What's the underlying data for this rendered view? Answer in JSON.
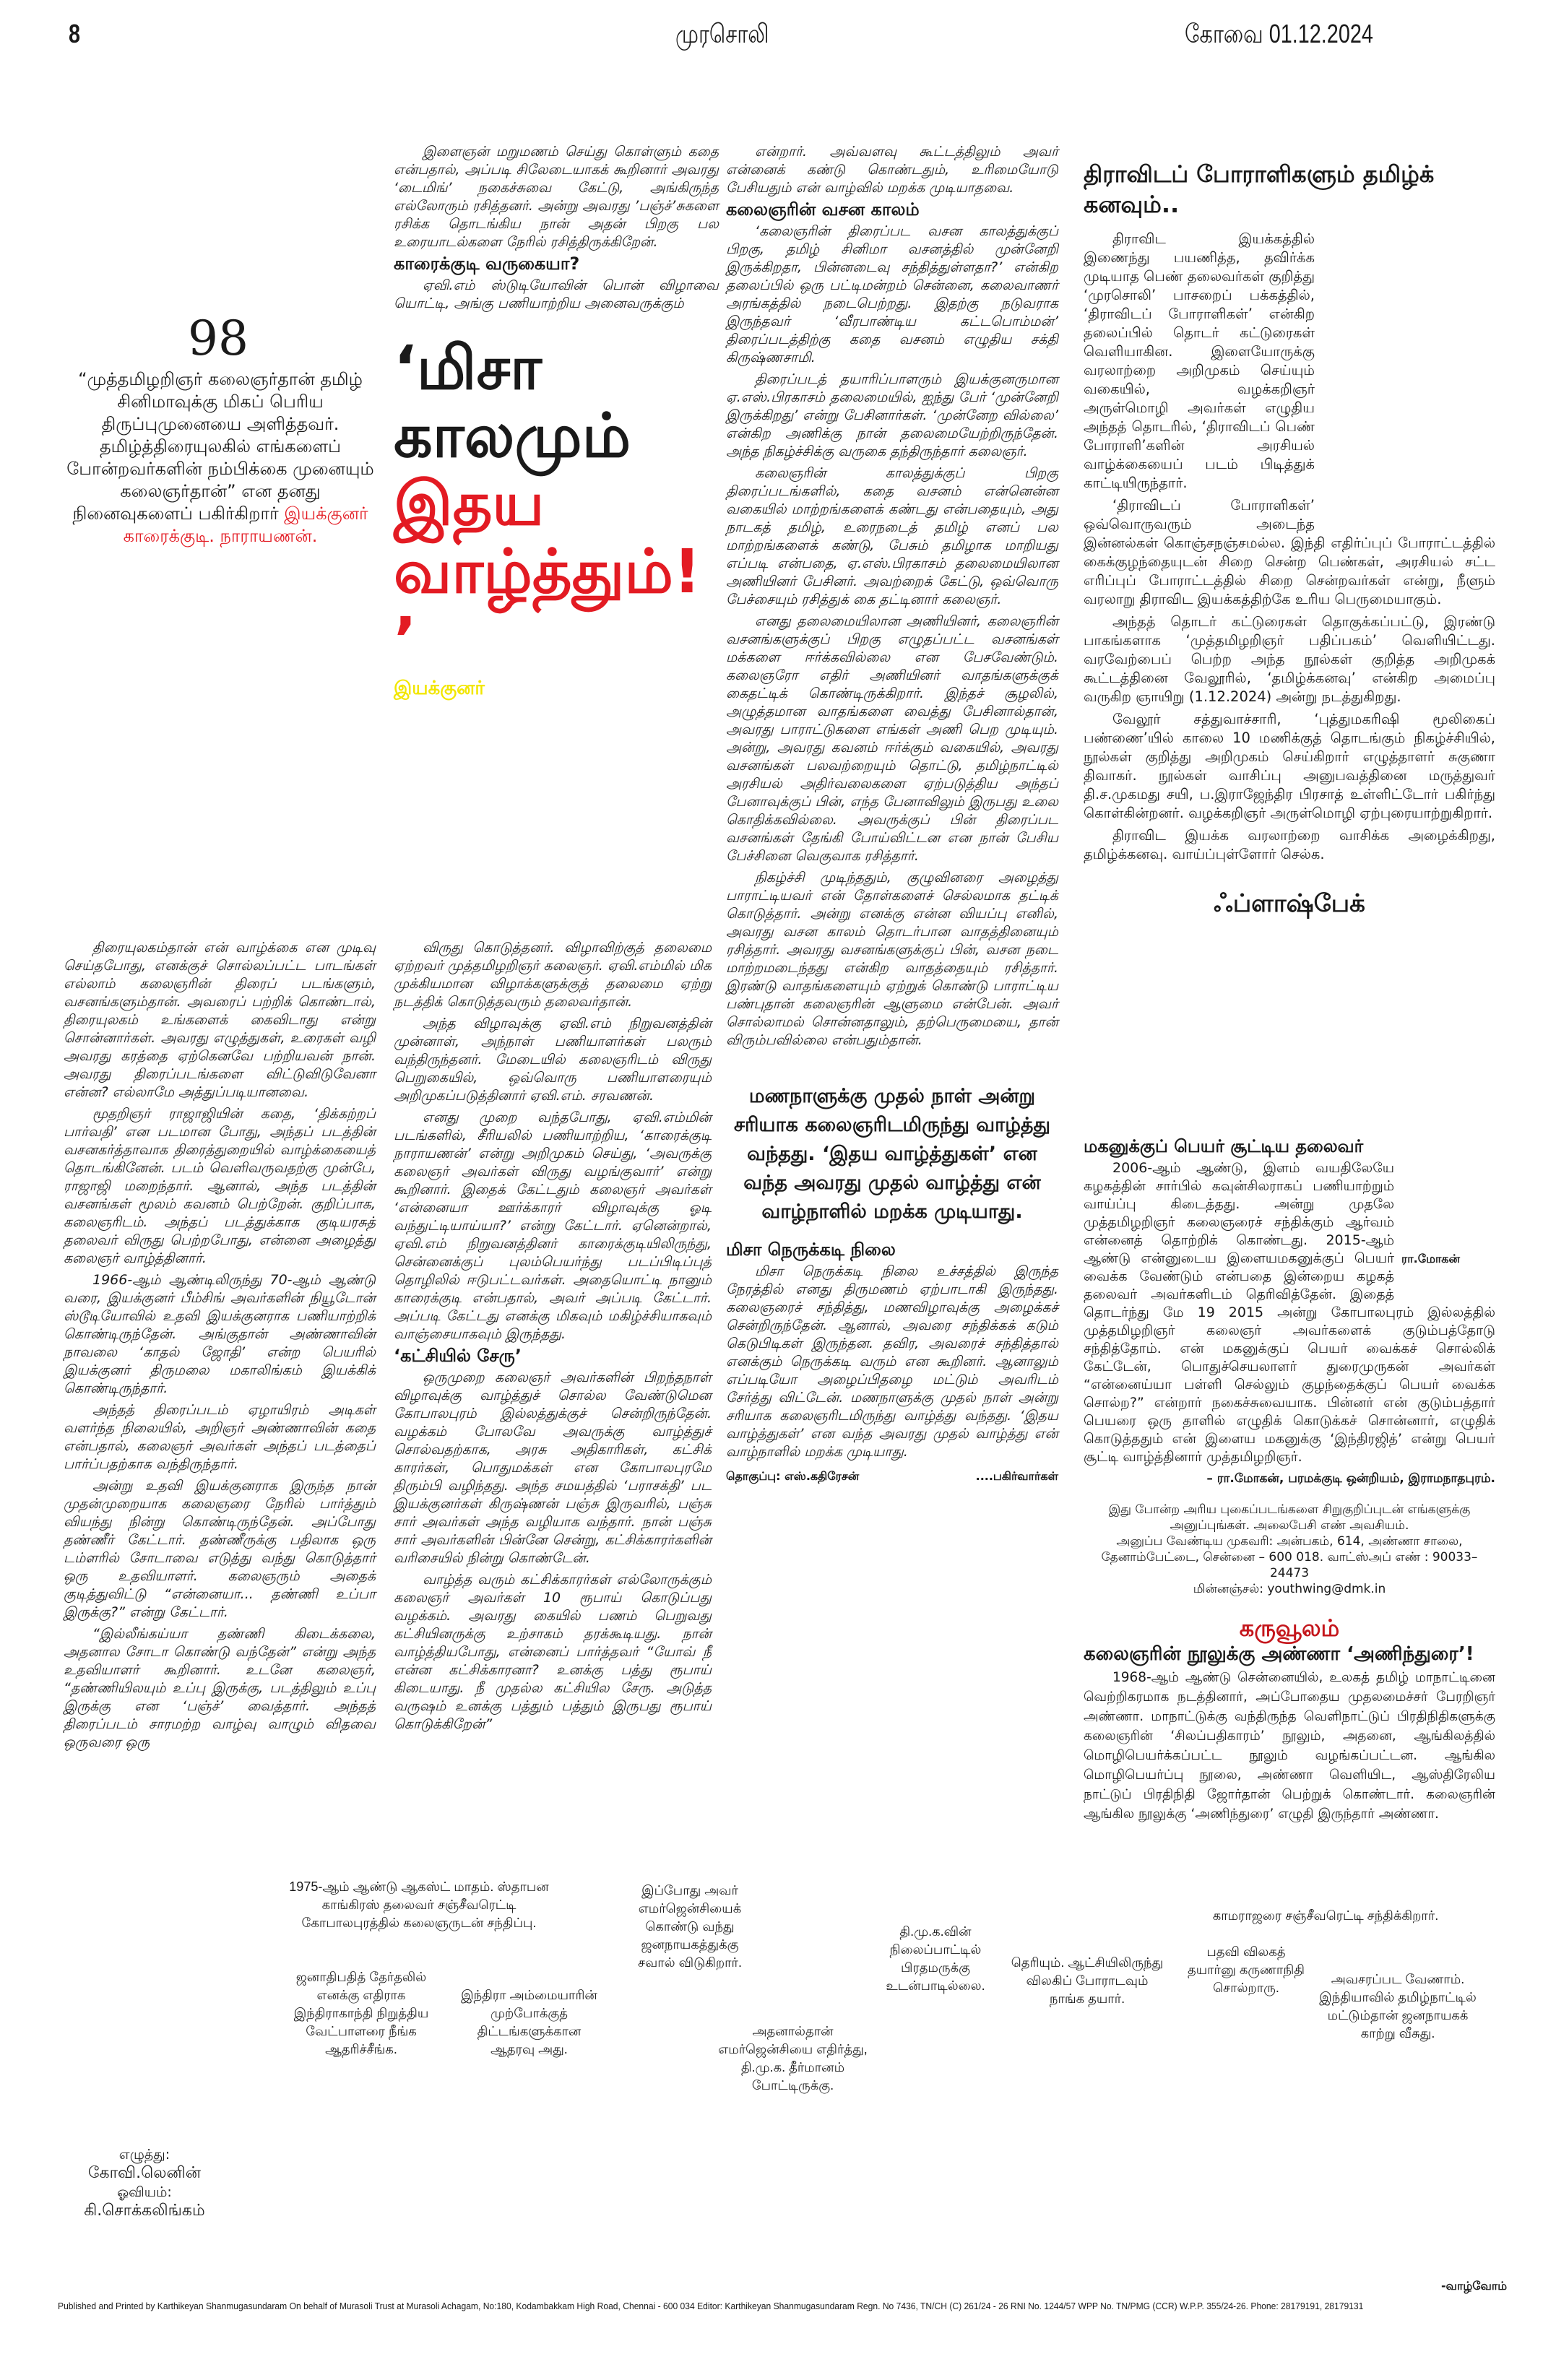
{
  "header": {
    "page_number": "8",
    "paper_name": "முரசொலி",
    "edition_date": "கோவை 01.12.2024"
  },
  "intro": {
    "count": "98",
    "quote": "“முத்தமிழறிஞர் கலைஞர்தான் தமிழ் சினிமாவுக்கு மிகப் பெரிய திருப்புமுனையை அளித்தவர். தமிழ்த்திரையுலகில் எங்களைப் போன்றவர்களின் நம்பிக்கை முனையும் கலைஞர்தான்” என தனது நினைவுகளைப் பகிர்கிறார்",
    "quote_author": "இயக்குனர் காரைக்குடி. நாராயணன்."
  },
  "headline": {
    "line1": "‘மிசா காலமும்",
    "line2": "இதய வாழ்த்தும்!’",
    "byline": "இயக்குனர்"
  },
  "article": {
    "col2_top": [
      "இளைஞன் மறுமணம் செய்து கொள்ளும் கதை என்பதால், அப்படி சிலேடையாகக் கூறினார் அவரது ‘டைமிங்’ நகைச்சுவை கேட்டு, அங்கிருந்த எல்லோரும் ரசித்தனர். அன்று அவரது ’பஞ்ச்’சுகளை ரசிக்க தொடங்கிய நான் அதன் பிறகு பல உரையாடல்களை நேரில் ரசித்திருக்கிறேன்."
    ],
    "sub_karaikudi": "காரைக்குடி வருகையா?",
    "col2_top2": [
      "ஏவி.எம் ஸ்டுடியோவின் பொன் விழாவை யொட்டி, அங்கு பணியாற்றிய அனைவருக்கும்"
    ],
    "col3_top": [
      "என்றார். அவ்வளவு கூட்டத்திலும் அவர் என்னைக் கண்டு கொண்டதும், உரிமையோடு பேசியதும் என் வாழ்வில் மறக்க முடியாதவை."
    ],
    "sub_vasanam": "கலைஞரின் வசன காலம்",
    "col3_body": [
      "‘கலைஞரின் திரைப்பட வசன காலத்துக்குப் பிறகு, தமிழ் சினிமா வசனத்தில் முன்னேறி இருக்கிறதா, பின்னடைவு சந்தித்துள்ளதா?’ என்கிற தலைப்பில் ஒரு பட்டிமன்றம் சென்னை, கலைவாணர் அரங்கத்தில் நடைபெற்றது. இதற்கு நடுவராக இருந்தவர் ‘வீரபாண்டிய கட்டபொம்மன்’ திரைப்படத்திற்கு கதை வசனம் எழுதிய சக்தி கிருஷ்ணசாமி.",
      "திரைப்படத் தயாரிப்பாளரும் இயக்குனருமான ஏ.எஸ்.பிரகாசம் தலைமையில், ஐந்து பேர் ‘முன்னேறி இருக்கிறது’ என்று பேசினார்கள். ‘முன்னேற வில்லை’ என்கிற அணிக்கு நான் தலைமையேற்றிருந்தேன். அந்த நிகழ்ச்சிக்கு வருகை தந்திருந்தார் கலைஞர்.",
      "கலைஞரின் காலத்துக்குப் பிறகு திரைப்படங்களில், கதை வசனம் என்னென்ன வகையில் மாற்றங்களைக் கண்டது என்பதையும், அது நாடகத் தமிழ், உரைநடைத் தமிழ் எனப் பல மாற்றங்களைக் கண்டு, பேசும் தமிழாக மாறியது எப்படி என்பதை, ஏ.எஸ்.பிரகாசம் தலைமையிலான அணியினர் பேசினர். அவற்றைக் கேட்டு, ஒவ்வொரு பேச்சையும் ரசித்துக் கை தட்டினார் கலைஞர்.",
      "எனது தலைமையிலான அணியினர், கலைஞரின் வசனங்களுக்குப் பிறகு எழுதப்பட்ட வசனங்கள் மக்களை ஈர்க்கவில்லை என பேசவேண்டும். கலைஞரோ எதிர் அணியினர் வாதங்களுக்குக் கைதட்டிக் கொண்டிருக்கிறார். இந்தச் சூழலில், அழுத்தமான வாதங்களை வைத்து பேசினால்தான், அவரது பாராட்டுகளை எங்கள் அணி பெற முடியும். அன்று, அவரது கவனம் ஈர்க்கும் வகையில், அவரது வசனங்கள் பலவற்றையும் தொட்டு, தமிழ்நாட்டில் அரசியல் அதிர்வலைகளை ஏற்படுத்திய அந்தப் பேனாவுக்குப் பின், எந்த பேனாவிலும் இருபது உலை கொதிக்கவில்லை. அவருக்குப் பின் திரைப்பட வசனங்கள் தேங்கி போய்விட்டன என நான் பேசிய பேச்சினை வெகுவாக ரசித்தார்.",
      "நிகழ்ச்சி முடிந்ததும், குழுவினரை அழைத்து பாராட்டியவர் என் தோள்களைச் செல்லமாக தட்டிக் கொடுத்தார். அன்று எனக்கு என்ன வியப்பு எனில், அவரது வசன காலம் தொடர்பான வாதத்தினையும் ரசித்தார். அவரது வசனங்களுக்குப் பின், வசன நடை மாற்றமடைந்தது என்கிற வாதத்தையும் ரசித்தார். இரண்டு வாதங்களையும் ஏற்றுக் கொண்டு பாராட்டிய பண்புதான் கலைஞரின் ஆளுமை என்பேன். அவர் சொல்லாமல் சொன்னதாலும், தற்பெருமையை, தான் விரும்பவில்லை என்பதும்தான்."
    ],
    "callout": "மணநாளுக்கு முதல் நாள் அன்று சரியாக கலைஞரிடமிருந்து வாழ்த்து வந்தது. ‘இதய வாழ்த்துகள்’ என வந்த அவரது முதல் வாழ்த்து என் வாழ்நாளில் மறக்க முடியாது.",
    "sub_misa": "மிசா நெருக்கடி நிலை",
    "misa_body": [
      "மிசா நெருக்கடி நிலை உச்சத்தில் இருந்த நேரத்தில் எனது திருமணம் ஏற்பாடாகி இருந்தது. கலைஞரைச் சந்தித்து, மணவிழாவுக்கு அழைக்கச் சென்றிருந்தேன். ஆனால், அவரை சந்திக்கக் கடும் கெடுபிடிகள் இருந்தன. தவிர, அவரைச் சந்தித்தால் எனக்கும் நெருக்கடி வரும் என கூறினர். ஆனாலும் எப்படியோ அழைப்பிதழை மட்டும் அவரிடம் சேர்த்து விட்டேன். மணநாளுக்கு முதல் நாள் அன்று சரியாக கலைஞரிடமிருந்து வாழ்த்து வந்தது. ‘இதய வாழ்த்துகள்’ என வந்த அவரது முதல் வாழ்த்து என் வாழ்நாளில் மறக்க முடியாது."
    ],
    "compiled_by": "தொகுப்பு: எஸ்.கதிரேசன்",
    "continued": "....பகிர்வார்கள்",
    "col1_body": [
      "திரையுலகம்தான் என் வாழ்க்கை என முடிவு செய்தபோது, எனக்குச் சொல்லப்பட்ட பாடங்கள் எல்லாம் கலைஞரின் திரைப் படங்களும், வசனங்களும்தான். அவரைப் பற்றிக் கொண்டால், திரையுலகம் உங்களைக் கைவிடாது என்று சொன்னார்கள். அவரது எழுத்துகள், உரைகள் வழி அவரது கரத்தை ஏற்கெனவே பற்றியவன் நான். அவரது திரைப்படங்களை விட்டுவிடுவேனா என்ன? எல்லாமே அத்துப்படியானவை.",
      "மூதறிஞர் ராஜாஜியின் கதை, ‘திக்கற்றப் பார்வதி’ என படமான போது, அந்தப் படத்தின் வசனகர்த்தாவாக திரைத்துறையில் வாழ்க்கையைத் தொடங்கினேன். படம் வெளிவருவதற்கு முன்பே, ராஜாஜி மறைந்தார். ஆனால், அந்த படத்தின் வசனங்கள் மூலம் கவனம் பெற்றேன். குறிப்பாக, கலைஞரிடம். அந்தப் படத்துக்காக குடியரசுத் தலைவர் விருது பெற்றபோது, என்னை அழைத்து கலைஞர் வாழ்த்தினார்.",
      "1966-ஆம் ஆண்டிலிருந்து 70-ஆம் ஆண்டு வரை, இயக்குனர் பீம்சிங் அவர்களின் நியூடோன் ஸ்டூடியோவில் உதவி இயக்குனராக பணியாற்றிக் கொண்டிருந்தேன். அங்குதான் அண்ணாவின் நாவலை ‘காதல் ஜோதி’ என்ற பெயரில் இயக்குனர் திருமலை மகாலிங்கம் இயக்கிக் கொண்டிருந்தார்.",
      "அந்தத் திரைப்படம் ஏழாயிரம் அடிகள் வளர்ந்த நிலையில், அறிஞர் அண்ணாவின் கதை என்பதால், கலைஞர் அவர்கள் அந்தப் படத்தைப் பார்ப்பதற்காக வந்திருந்தார்.",
      "அன்று உதவி இயக்குனராக இருந்த நான் முதன்முறையாக கலைஞரை நேரில் பார்த்தும் வியந்து நின்று கொண்டிருந்தேன். அப்போது தண்ணீர் கேட்டார். தண்ணீருக்கு பதிலாக ஒரு டம்ளரில் சோடாவை எடுத்து வந்து கொடுத்தார் ஒரு உதவியாளர். கலைஞரும் அதைக் குடித்துவிட்டு “என்னையா... தண்ணி உப்பா இருக்கு?” என்று கேட்டார்.",
      "“இல்லீங்கய்யா தண்ணி கிடைக்கலை, அதனால சோடா கொண்டு வந்தேன்” என்று அந்த உதவியாளர் கூறினார். உடனே கலைஞர், “தண்ணியிலயும் உப்பு இருக்கு, படத்திலும் உப்பு இருக்கு என ‘பஞ்ச்’ வைத்தார். அந்தத் திரைப்படம் சாரமற்ற வாழ்வு வாழும் விதவை ஒருவரை ஒரு"
    ],
    "col2_body": [
      "விருது கொடுத்தனர். விழாவிற்குத் தலைமை ஏற்றவர் முத்தமிழறிஞர் கலைஞர். ஏவி.எம்மில் மிக முக்கியமான விழாக்களுக்குத் தலைமை ஏற்று நடத்திக் கொடுத்தவரும் தலைவர்தான்.",
      "அந்த விழாவுக்கு ஏவி.எம் நிறுவனத்தின் முன்னாள், அந்நாள் பணியாளர்கள் பலரும் வந்திருந்தனர். மேடையில் கலைஞரிடம் விருது பெறுகையில், ஒவ்வொரு பணியாளரையும் அறிமுகப்படுத்தினார் ஏவி.எம். சரவணன்.",
      "எனது முறை வந்தபோது, ஏவி.எம்மின் படங்களில், சீரியலில் பணியாற்றிய, ‘காரைக்குடி நாராயணன்’ என்று அறிமுகம் செய்து, ‘அவருக்கு கலைஞர் அவர்கள் விருது வழங்குவார்’ என்று கூறினார். இதைக் கேட்டதும் கலைஞர் அவர்கள் ‘என்னையா ஊர்க்காரர் விழாவுக்கு ஓடி வந்துட்டியாய்யா?’ என்று கேட்டார். ஏனென்றால், ஏவி.எம் நிறுவனத்தினர் காரைக்குடியிலிருந்து, சென்னைக்குப் புலம்பெயர்ந்து படப்பிடிப்புத் தொழிலில் ஈடுபட்டவர்கள். அதையொட்டி நானும் காரைக்குடி என்பதால், அவர் அப்படி கேட்டார். அப்படி கேட்டது எனக்கு மிகவும் மகிழ்ச்சியாகவும் வாஞ்சையாகவும் இருந்தது."
    ],
    "sub_katchi": "‘கட்சியில் சேரு’",
    "col2_body2": [
      "ஒருமுறை கலைஞர் அவர்களின் பிறந்தநாள் விழாவுக்கு வாழ்த்துச் சொல்ல வேண்டுமென கோபாலபுரம் இல்லத்துக்குச் சென்றிருந்தேன். வழக்கம் போலவே அவருக்கு வாழ்த்துச் சொல்வதற்காக, அரசு அதிகாரிகள், கட்சிக் காரர்கள், பொதுமக்கள் என கோபாலபுரமே திரும்பி வழிந்தது. அந்த சமயத்தில் ‘பராசக்தி’ பட இயக்குனர்கள் கிருஷ்ணன் பஞ்சு இருவரில், பஞ்சு சார் அவர்கள் அந்த வழியாக வந்தார். நான் பஞ்சு சார் அவர்களின் பின்னே சென்று, கட்சிக்காரர்களின் வரிசையில் நின்று கொண்டேன்.",
      "வாழ்த்த வரும் கட்சிக்காரர்கள் எல்லோருக்கும் கலைஞர் அவர்கள் 10 ரூபாய் கொடுப்பது வழக்கம். அவரது கையில் பணம் பெறுவது கட்சியினருக்கு உற்சாகம் தரக்கூடியது. நான் வாழ்த்தியபோது, என்னைப் பார்த்தவர் “யோவ் நீ என்ன கட்சிக்காரனா? உனக்கு பத்து ரூபாய் கிடையாது. நீ முதல்ல கட்சியில சேரு. அடுத்த வருஷம் உனக்கு பத்தும் பத்தும் இருபது ரூபாய் கொடுக்கிறேன்”"
    ]
  },
  "right": {
    "title": "திராவிடப் போராளிகளும் தமிழ்க் கனவும்..",
    "paras_narrow": [
      "திராவிட இயக்கத்தில் இணைந்து பயணித்த, தவிர்க்க முடியாத பெண் தலைவர்கள் குறித்து ‘முரசொலி’ பாசறைப் பக்கத்தில், ‘திராவிடப் போராளிகள்’ என்கிற தலைப்பில் தொடர் கட்டுரைகள் வெளியாகின. இளையோருக்கு வரலாற்றை அறிமுகம் செய்யும் வகையில், வழக்கறிஞர் அருள்மொழி அவர்கள் எழுதிய அந்தத் தொடரில், ‘திராவிடப் பெண் போராளி’களின் அரசியல் வாழ்க்கையைப் படம் பிடித்துக் காட்டியிருந்தார்."
    ],
    "paras": [
      "‘திராவிடப் போராளிகள்’ ஒவ்வொருவரும் அடைந்த இன்னல்கள் கொஞ்சநஞ்சமல்ல. இந்தி எதிர்ப்புப் போராட்டத்தில் கைக்குழந்தையுடன் சிறை சென்ற பெண்கள், அரசியல் சட்ட எரிப்புப் போராட்டத்தில் சிறை சென்றவர்கள் என்று, நீளும் வரலாறு திராவிட இயக்கத்திற்கே உரிய பெருமையாகும்.",
      "அந்தத் தொடர் கட்டுரைகள் தொகுக்கப்பட்டு, இரண்டு பாகங்களாக ‘முத்தமிழறிஞர் பதிப்பகம்’ வெளியிட்டது. வரவேற்பைப் பெற்ற அந்த நூல்கள் குறித்த அறிமுகக் கூட்டத்தினை வேலூரில், ‘தமிழ்க்கனவு’ என்கிற அமைப்பு வருகிற ஞாயிறு (1.12.2024) அன்று நடத்துகிறது.",
      "வேலூர் சத்துவாச்சாரி, ‘புத்துமகரிஷி மூலிகைப் பண்ணை’யில் காலை 10 மணிக்குத் தொடங்கும் நிகழ்ச்சியில், நூல்கள் குறித்து அறிமுகம் செய்கிறார் எழுத்தாளர் சுகுணா திவாகர். நூல்கள் வாசிப்பு அனுபவத்தினை மருத்துவர் தி.ச.முகமது சயி, ப.இராஜேந்திர பிரசாத் உள்ளிட்டோர் பகிர்ந்து கொள்கின்றனர். வழக்கறிஞர் அருள்மொழி ஏற்புரையாற்றுகிறார்.",
      "திராவிட இயக்க வரலாற்றை வாசிக்க அழைக்கிறது, தமிழ்க்கனவு. வாய்ப்புள்ளோர் செல்க."
    ],
    "flashback": "ஃப்ளாஷ்பேக்",
    "flash_title": "மகனுக்குப் பெயர் சூட்டிய தலைவர்",
    "flash_narrow": "2006-ஆம் ஆண்டு, இளம் வயதிலேயே கழகத்தின் சார்பில் கவுன்சிலராகப் பணியாற்றும் வாய்ப்பு கிடைத்தது. அன்று முதலே முத்தமிழறிஞர் கலைஞரைச் சந்திக்கும் ஆர்வம் என்னைத் தொற்றிக் கொண்டது. 2015-ஆம் ஆண்டு என்னுடைய இளையமகனுக்குப் பெயர் வைக்க வேண்டும் என்பதை இன்றைய கழகத் தலைவர் அவர்களிடம் தெரிவித்தேன். இதைத் தொடர்ந்து மே 19 2015 அன்று கோபாலபுரம் இல்லத்தில் முத்தமிழறிஞர் கலைஞர் அவர்களைக் குடும்பத்தோடு சந்தித்தோம். என் மகனுக்குப் பெயர் வைக்கச் சொல்லிக் கேட்டேன், பொதுச்செயலாளர் துரைமுருகன் அவர்கள் “என்னைய்யா பள்ளி செல்லும் குழந்தைக்குப் பெயர் வைக்க சொல்ற?” என்றார் நகைச்சுவையாக. பின்னர் என் குடும்பத்தார் பெயரை ஒரு தாளில் எழுதிக் கொடுக்கச் சொன்னார், எழுதிக் கொடுத்ததும் என் இளைய மகனுக்கு ‘இந்திரஜித்’ என்று பெயர் சூட்டி வாழ்த்தினார் முத்தமிழறிஞர்.",
    "photo_caption": "ரா.மோகன்",
    "signoff": "– ரா.மோகன், பரமக்குடி ஒன்றியம், இராமநாதபுரம்.",
    "contact": [
      "இது போன்ற அரிய புகைப்படங்களை சிறுகுறிப்புடன் எங்களுக்கு அனுப்புங்கள். அலைபேசி எண் அவசியம்.",
      "அனுப்ப வேண்டிய முகவரி: அன்பகம், 614, அண்ணா சாலை, தேனாம்பேட்டை, சென்னை – 600 018. வாட்ஸ்அப் எண் : 90033–24473",
      "மின்னஞ்சல்: youthwing@dmk.in"
    ],
    "karuvoolam": "கருவூலம்",
    "karu_title": "கலைஞரின் நூலுக்கு அண்ணா ‘அணிந்துரை’!",
    "karu_body": "1968-ஆம் ஆண்டு சென்னையில், உலகத் தமிழ் மாநாட்டினை வெற்றிகரமாக நடத்தினார், அப்போதைய முதலமைச்சர் பேரறிஞர் அண்ணா. மாநாட்டுக்கு வந்திருந்த வெளிநாட்டுப் பிரதிநிதிகளுக்கு கலைஞரின் ‘சிலப்பதிகாரம்’ நூலும், அதனை, ஆங்கிலத்தில் மொழிபெயர்க்கப்பட்ட நூலும் வழங்கப்பட்டன. ஆங்கில மொழிபெயர்ப்பு நூலை, அண்ணா வெளியிட, ஆஸ்திரேலிய நாட்டுப் பிரதிநிதி ஜோர்தான் பெற்றுக் கொண்டார். கலைஞரின் ஆங்கில நூலுக்கு ‘அணிந்துரை’ எழுதி இருந்தார் அண்ணா."
  },
  "comic": {
    "captions": [
      "1975-ஆம் ஆண்டு ஆகஸ்ட் மாதம். ஸ்தாபன காங்கிரஸ் தலைவர் சஞ்சீவரெட்டி கோபாலபுரத்தில் கலைஞருடன் சந்திப்பு.",
      "ஜனாதிபதித் தேர்தலில் எனக்கு எதிராக இந்திராகாந்தி நிறுத்திய வேட்பாளரை நீங்க ஆதரிச்சீங்க.",
      "இந்திரா அம்மையாரின் முற்போக்குத் திட்டங்களுக்கான ஆதரவு அது.",
      "இப்போது அவர் எமர்ஜென்சியைக் கொண்டு வந்து ஜனநாயகத்துக்கு சவால் விடுகிறார்.",
      "அதனால்தான் எமர்ஜென்சியை எதிர்த்து, தி.மு.க. தீர்மானம் போட்டிருக்கு.",
      "தி.மு.க.வின் நிலைப்பாட்டில் பிரதமருக்கு உடன்பாடில்லை.",
      "தெரியும். ஆட்சியிலிருந்து விலகிப் போராடவும் நாங்க தயார்.",
      "பதவி விலகத் தயார்னு கருணாநிதி சொல்றாரு.",
      "அவசரப்பட வேணாம். இந்தியாவில் தமிழ்நாட்டில் மட்டும்தான் ஜனநாயகக் காற்று வீசுது.",
      "காமராஜரை சஞ்சீவரெட்டி சந்திக்கிறார்."
    ],
    "writer_label": "எழுத்து:",
    "writer": "கோவி.லெனின்",
    "artist_label": "ஓவியம்:",
    "artist": "கி.சொக்கலிங்கம்",
    "continues": "-வாழ்வோம்"
  },
  "footer": "Published and Printed by Karthikeyan Shanmugasundaram On behalf of Murasoli Trust at Murasoli Achagam, No:180, Kodambakkam High Road, Chennai - 600 034 Editor: Karthikeyan Shanmugasundaram Regn. No 7436, TN/CH (C) 261/24 - 26 RNI No. 1244/57 WPP No. TN/PMG (CCR) W.P.P. 355/24-26. Phone: 28179191, 28179131"
}
